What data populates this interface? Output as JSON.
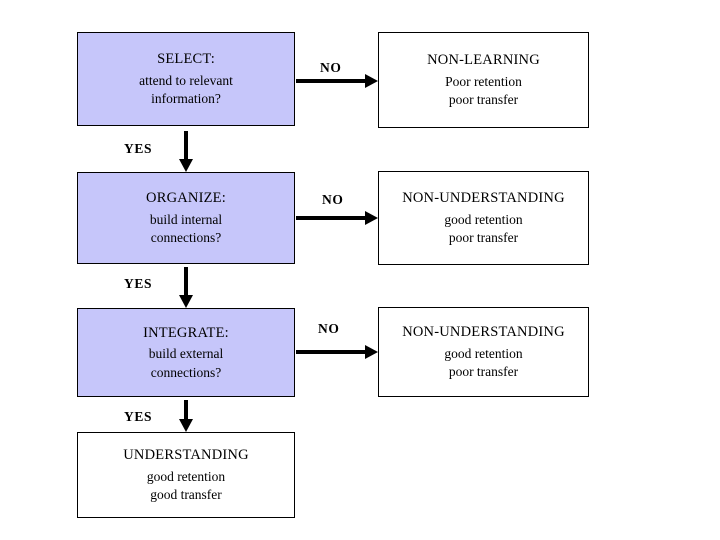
{
  "diagram": {
    "type": "flowchart",
    "background_color": "#ffffff",
    "decision_fill_color": "#c6c6fa",
    "outcome_fill_color": "#ffffff",
    "line_color": "#000000",
    "decision_nodes": [
      {
        "id": "select",
        "title": "SELECT:",
        "lines": [
          "attend to relevant",
          "information?"
        ]
      },
      {
        "id": "organize",
        "title": "ORGANIZE:",
        "lines": [
          "build internal",
          "connections?"
        ]
      },
      {
        "id": "integrate",
        "title": "INTEGRATE:",
        "lines": [
          "build external",
          "connections?"
        ]
      }
    ],
    "outcome_nodes": [
      {
        "id": "non-learning",
        "title": "NON-LEARNING",
        "lines": [
          "Poor retention",
          "poor transfer"
        ]
      },
      {
        "id": "non-understanding-1",
        "title": "NON-UNDERSTANDING",
        "lines": [
          "good retention",
          "poor transfer"
        ]
      },
      {
        "id": "non-understanding-2",
        "title": "NON-UNDERSTANDING",
        "lines": [
          "good retention",
          "poor transfer"
        ]
      }
    ],
    "final_node": {
      "id": "understanding",
      "title": "UNDERSTANDING",
      "lines": [
        "good retention",
        "good transfer"
      ]
    },
    "edge_labels": {
      "no": "NO",
      "yes": "YES"
    },
    "edges": [
      {
        "id": "select-no",
        "label": "NO",
        "direction": "right"
      },
      {
        "id": "select-yes",
        "label": "YES",
        "direction": "down"
      },
      {
        "id": "organize-no",
        "label": "NO",
        "direction": "right"
      },
      {
        "id": "organize-yes",
        "label": "YES",
        "direction": "down"
      },
      {
        "id": "integrate-no",
        "label": "NO",
        "direction": "right"
      },
      {
        "id": "integrate-yes",
        "label": "YES",
        "direction": "down"
      }
    ]
  }
}
